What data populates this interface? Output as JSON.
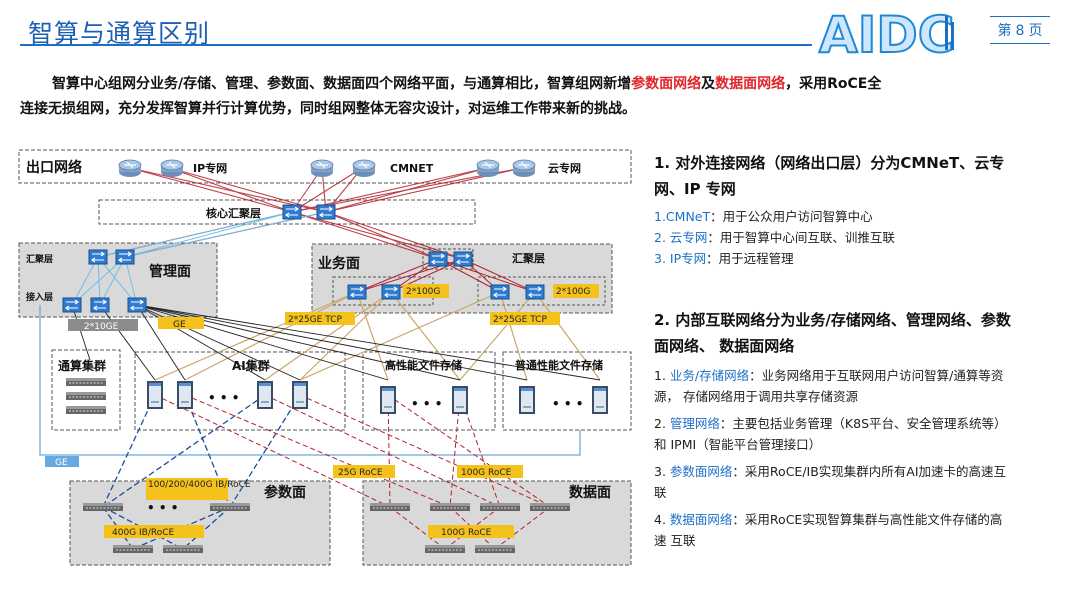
{
  "header": {
    "title": "智算与通算区别",
    "logo_text": "AIDC",
    "page": {
      "prefix": "第",
      "number": "8",
      "suffix": "页"
    }
  },
  "intro": {
    "line1_a": "智算中心组网分业务/存储、管理、参数面、数据面四个网络平面，与通算相比，智算组网新增",
    "line1_red1": "参数面网络",
    "line1_b": "及",
    "line1_red2": "数据面网络",
    "line1_c": "，采用RoCE全",
    "line2": "连接无损组网，充分发挥智算并行计算优势，同时组网整体无容灾设计，对运维工作带来新的挑战。"
  },
  "diagram": {
    "egress": "出口网络",
    "ip_net": "IP专网",
    "cmnet": "CMNET",
    "cloud_net": "云专网",
    "core": "核心汇聚层",
    "mgmt_agg": "汇聚层",
    "mgmt_plane": "管理面",
    "mgmt_access": "接入层",
    "biz_plane": "业务面",
    "biz_agg": "汇聚层",
    "link_2x100g_a": "2*100G",
    "link_2x100g_b": "2*100G",
    "link_2x10ge": "2*10GE",
    "link_ge_top": "GE",
    "link_2x25ge_a": "2*25GE TCP",
    "link_2x25ge_b": "2*25GE TCP",
    "general_cluster": "通算集群",
    "ai_cluster": "AI集群",
    "hp_storage": "高性能文件存储",
    "normal_storage": "普通性能文件存储",
    "link_ge_bottom": "GE",
    "link_100_400g": "100/200/400G IB/RoCE",
    "link_25g_roce": "25G RoCE",
    "link_100g_roce_a": "100G RoCE",
    "param_plane": "参数面",
    "data_plane": "数据面",
    "link_400g": "400G IB/RoCE",
    "link_100g_roce_b": "100G RoCE",
    "dots": "• • •"
  },
  "right": {
    "sec1_head": "1. 对外连接网络（网络出口层）分为CMNeT、云专网、IP 专网",
    "sec1_items": [
      {
        "key": "1.CMNeT",
        "text": "：用于公众用户访问智算中心"
      },
      {
        "key": "2. 云专网",
        "text": "：用于智算中心间互联、训推互联"
      },
      {
        "key": "3. IP专网",
        "text": "：用于远程管理"
      }
    ],
    "sec2_head": "2. 内部互联网络分为业务/存储网络、管理网络、参数面网络、 数据面网络",
    "sec2_items": [
      {
        "num": "1. ",
        "key": "业务/存储网络",
        "text": "：业务网络用于互联网用户访问智算/通算等资源， 存储网络用于调用共享存储资源"
      },
      {
        "num": "2. ",
        "key": "管理网络",
        "text": "：主要包括业务管理（K8S平台、安全管理系统等）和 IPMI（智能平台管理接口）"
      },
      {
        "num": "3. ",
        "key": "参数面网络",
        "text": "：采用RoCE/IB实现集群内所有AI加速卡的高速互联"
      },
      {
        "num": "4. ",
        "key": "数据面网络",
        "text": "：采用RoCE实现智算集群与高性能文件存储的高速 互联"
      }
    ]
  },
  "colors": {
    "accent": "#1d6fc6",
    "highlight": "#e0262b",
    "label_bg": "#f5c21b"
  }
}
